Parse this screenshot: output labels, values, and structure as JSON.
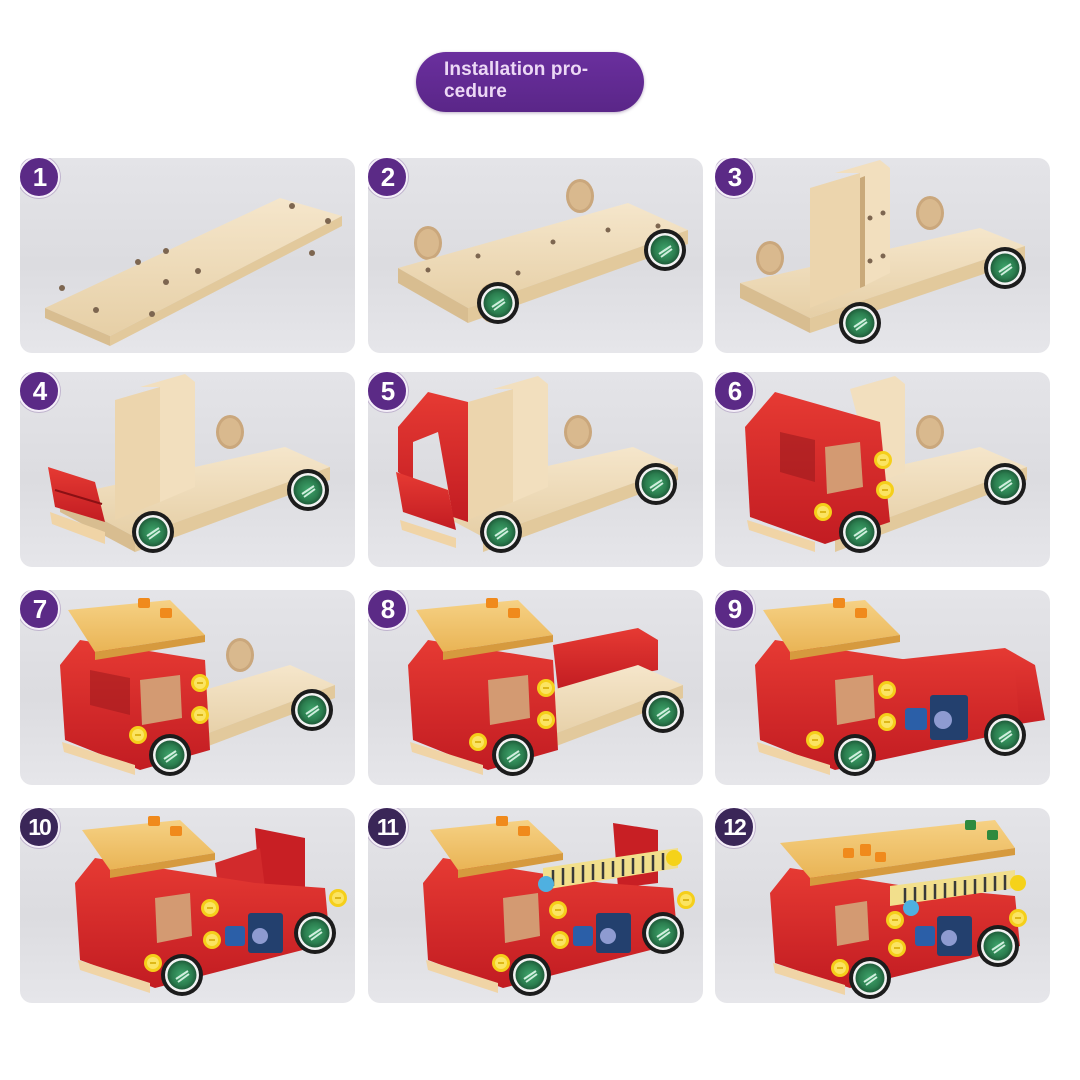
{
  "header": {
    "title": "Installation pro-\ncedure",
    "title_line1": "Installation pro-",
    "title_line2": "cedure",
    "pill_color": "#5e2a8c"
  },
  "colors": {
    "badge_purple": "#5b2a86",
    "badge_dark": "#3a2658",
    "wood": "#efdcbc",
    "red": "#d9262a",
    "roof_yellow": "#f3c56a",
    "wheel_green": "#2f8a58",
    "bolt_yellow": "#f7d21e"
  },
  "steps": [
    {
      "number": "1",
      "description": "Wooden base plate with holes"
    },
    {
      "number": "2",
      "description": "Attach wheels to base"
    },
    {
      "number": "3",
      "description": "Attach upright cab back panel"
    },
    {
      "number": "4",
      "description": "Attach red front bumper"
    },
    {
      "number": "5",
      "description": "Attach red cab frame"
    },
    {
      "number": "6",
      "description": "Attach cab sides with yellow bolts"
    },
    {
      "number": "7",
      "description": "Attach yellow roof with orange lights"
    },
    {
      "number": "8",
      "description": "Attach red rear fender piece"
    },
    {
      "number": "9",
      "description": "Attach red side panel with blue stickers"
    },
    {
      "number": "10",
      "description": "Attach red rear box"
    },
    {
      "number": "11",
      "description": "Attach ladder"
    },
    {
      "number": "12",
      "description": "Attach top ladder deck with green knobs"
    }
  ]
}
